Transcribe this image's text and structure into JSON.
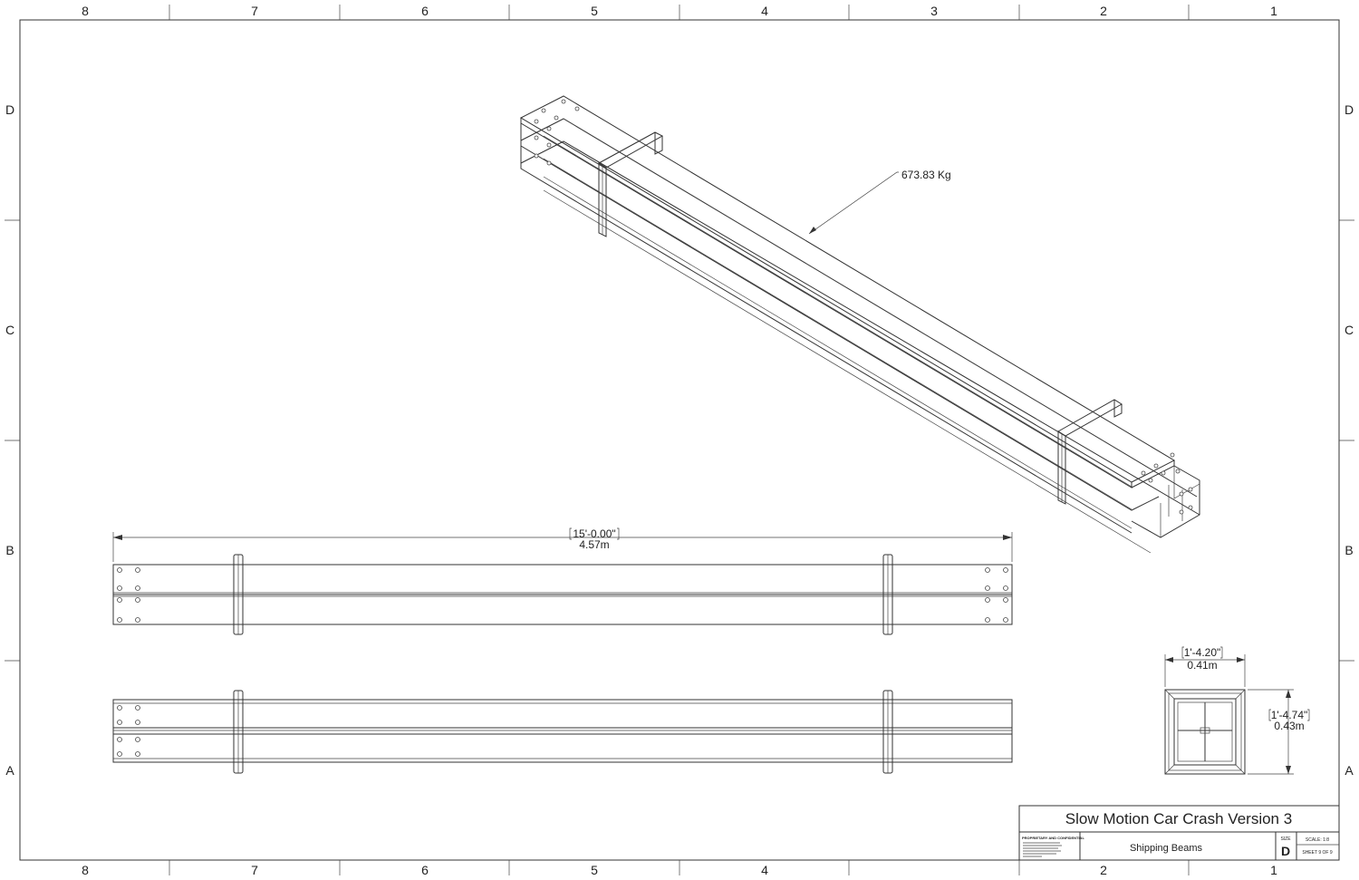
{
  "sheet": {
    "zone_columns": [
      "8",
      "7",
      "6",
      "5",
      "4",
      "3",
      "2",
      "1"
    ],
    "zone_rows": [
      "D",
      "C",
      "B",
      "A"
    ]
  },
  "isometric_view": {
    "mass_label": "673.83 Kg"
  },
  "top_view": {
    "length_imperial": "15'-0.00\"",
    "length_metric": "4.57m"
  },
  "end_view": {
    "width_imperial": "1'-4.20\"",
    "width_metric": "0.41m",
    "height_imperial": "1'-4.74\"",
    "height_metric": "0.43m"
  },
  "title_block": {
    "project_title": "Slow Motion Car Crash Version 3",
    "drawing_title": "Shipping Beams",
    "size_label": "SIZE",
    "size_value": "D",
    "scale": "SCALE: 1:8",
    "sheet": "SHEET 9 OF 9",
    "proprietary_heading": "PROPRIETARY AND CONFIDENTIAL"
  }
}
